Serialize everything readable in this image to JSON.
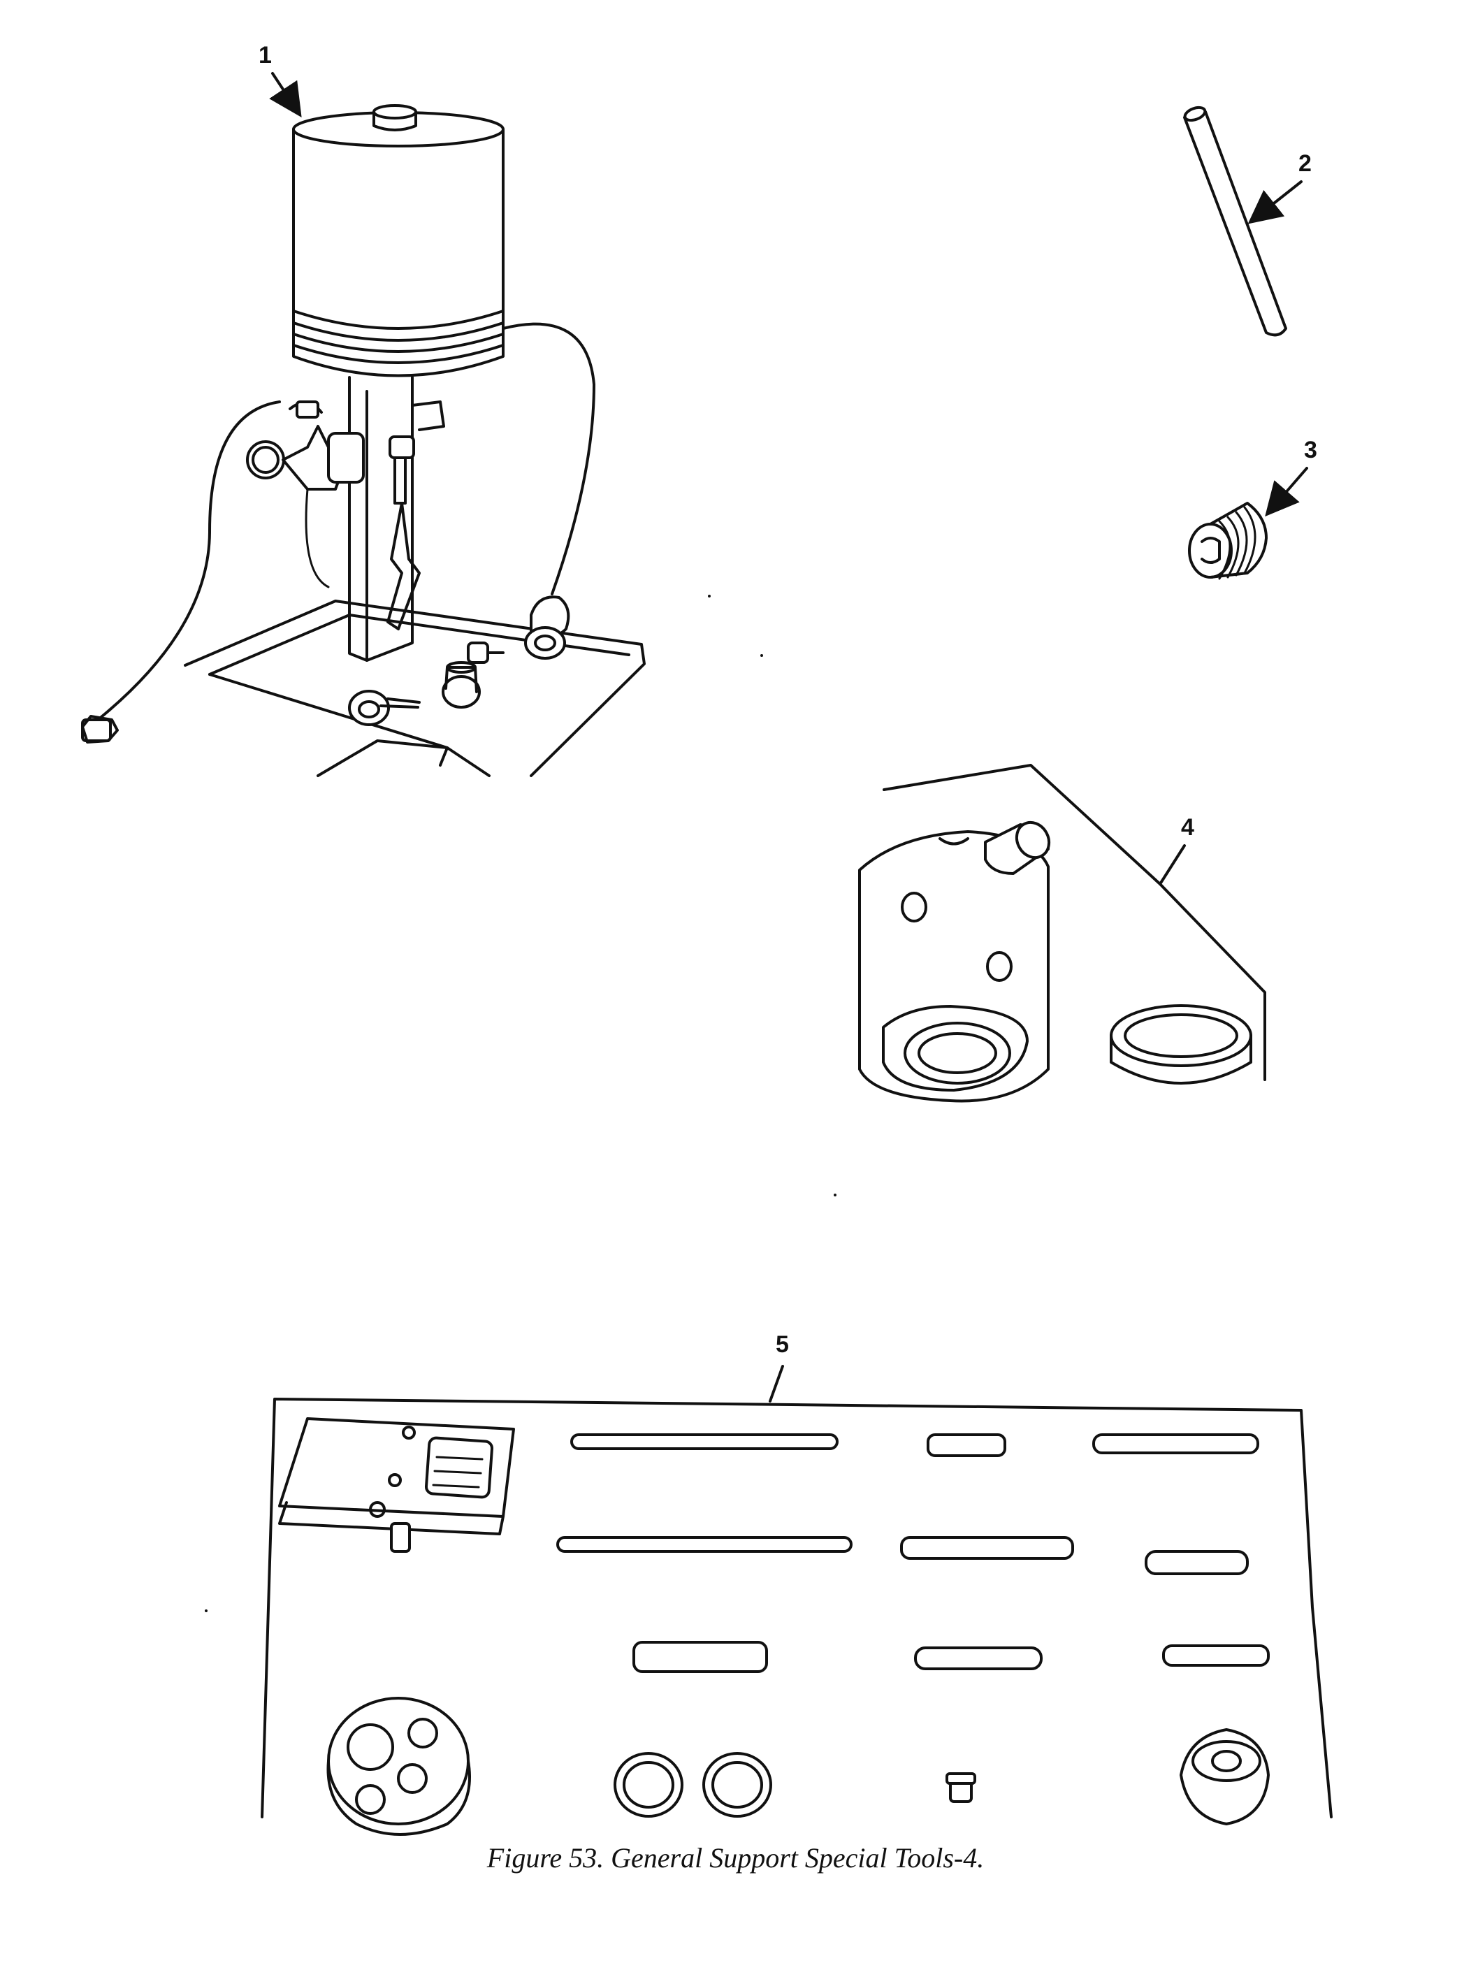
{
  "callouts": [
    "1",
    "2",
    "3",
    "4",
    "5"
  ],
  "caption": "Figure 53. General Support Special Tools-4."
}
